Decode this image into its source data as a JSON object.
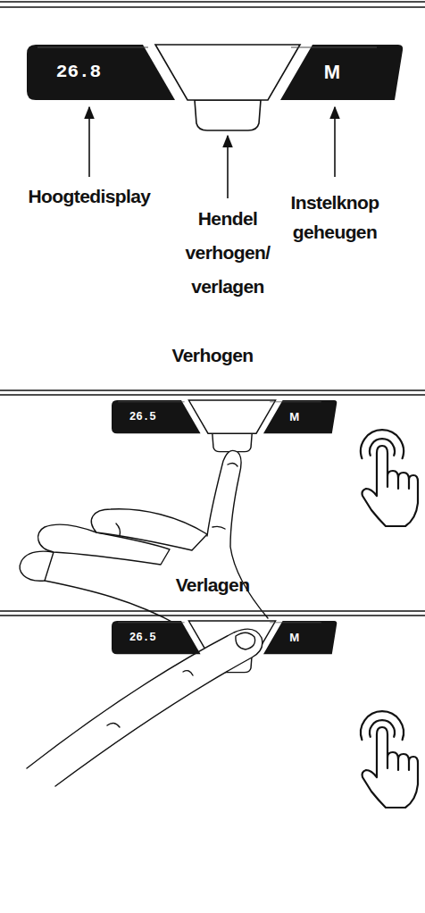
{
  "diagram": {
    "nodes": [
      {
        "text": [
          "26.8"
        ]
      },
      {
        "text": [
          "M"
        ]
      },
      {
        "text": [
          "26.5"
        ]
      },
      {
        "text": [
          "M"
        ]
      },
      {
        "text": [
          "26.5"
        ]
      },
      {
        "text": [
          "M"
        ]
      }
    ],
    "labels": [
      "Hoogtedisplay",
      "Hendel verhogen/ verlagen",
      "Instelknop geheugen",
      "Verhogen",
      "Verlagen"
    ]
  }
}
